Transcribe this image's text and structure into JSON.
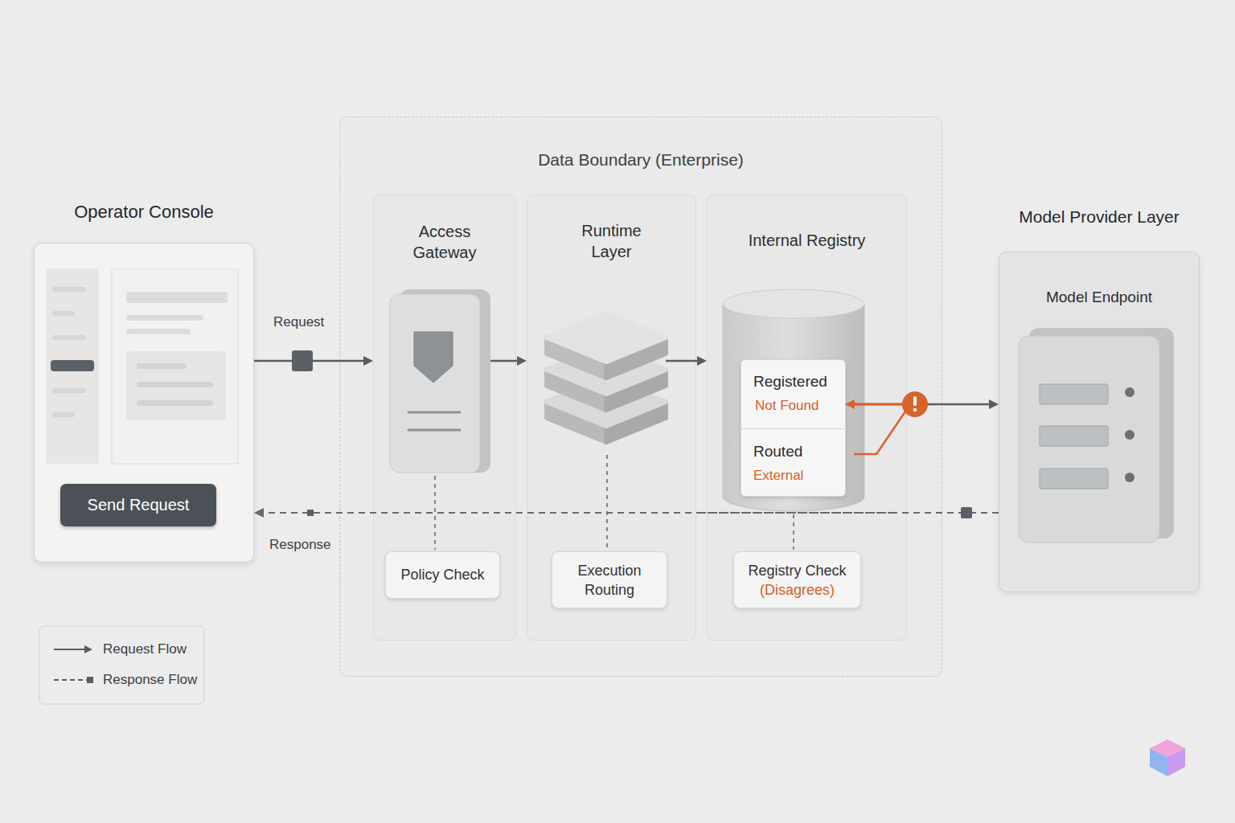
{
  "diagram": {
    "nodes": [
      {
        "text": [
          "Operator Console"
        ]
      },
      {
        "text": [
          "Send Request"
        ],
        "in": 0
      },
      {
        "text": [
          "Data Boundary (Enterprise)"
        ]
      },
      {
        "text": [
          "Access Gateway"
        ],
        "in": 2
      },
      {
        "text": [
          "Policy Check"
        ],
        "in": 3
      },
      {
        "text": [
          "Runtime Layer"
        ],
        "in": 2
      },
      {
        "text": [
          "Execution Routing"
        ],
        "in": 5
      },
      {
        "text": [
          "Internal Registry"
        ],
        "in": 2
      },
      {
        "text": [
          "Registered",
          "Not Found",
          "Routed",
          "External"
        ],
        "in": 7
      },
      {
        "text": [
          "Registry Check",
          "(Disagrees)"
        ],
        "in": 7
      },
      {
        "text": [
          "Model Provider Layer",
          "Model Endpoint"
        ]
      }
    ],
    "edges": [
      {
        "from": 0,
        "to": 3,
        "arrow": "to",
        "label": "Request"
      },
      {
        "from": 3,
        "to": 5,
        "arrow": "to"
      },
      {
        "from": 5,
        "to": 7,
        "arrow": "to"
      },
      {
        "from": 8,
        "to": 10,
        "arrow": "to"
      },
      {
        "from": 10,
        "to": 0,
        "arrow": "to",
        "label": "Response"
      }
    ],
    "legend": [
      {
        "text": "Request Flow"
      },
      {
        "text": "Response Flow"
      }
    ]
  }
}
